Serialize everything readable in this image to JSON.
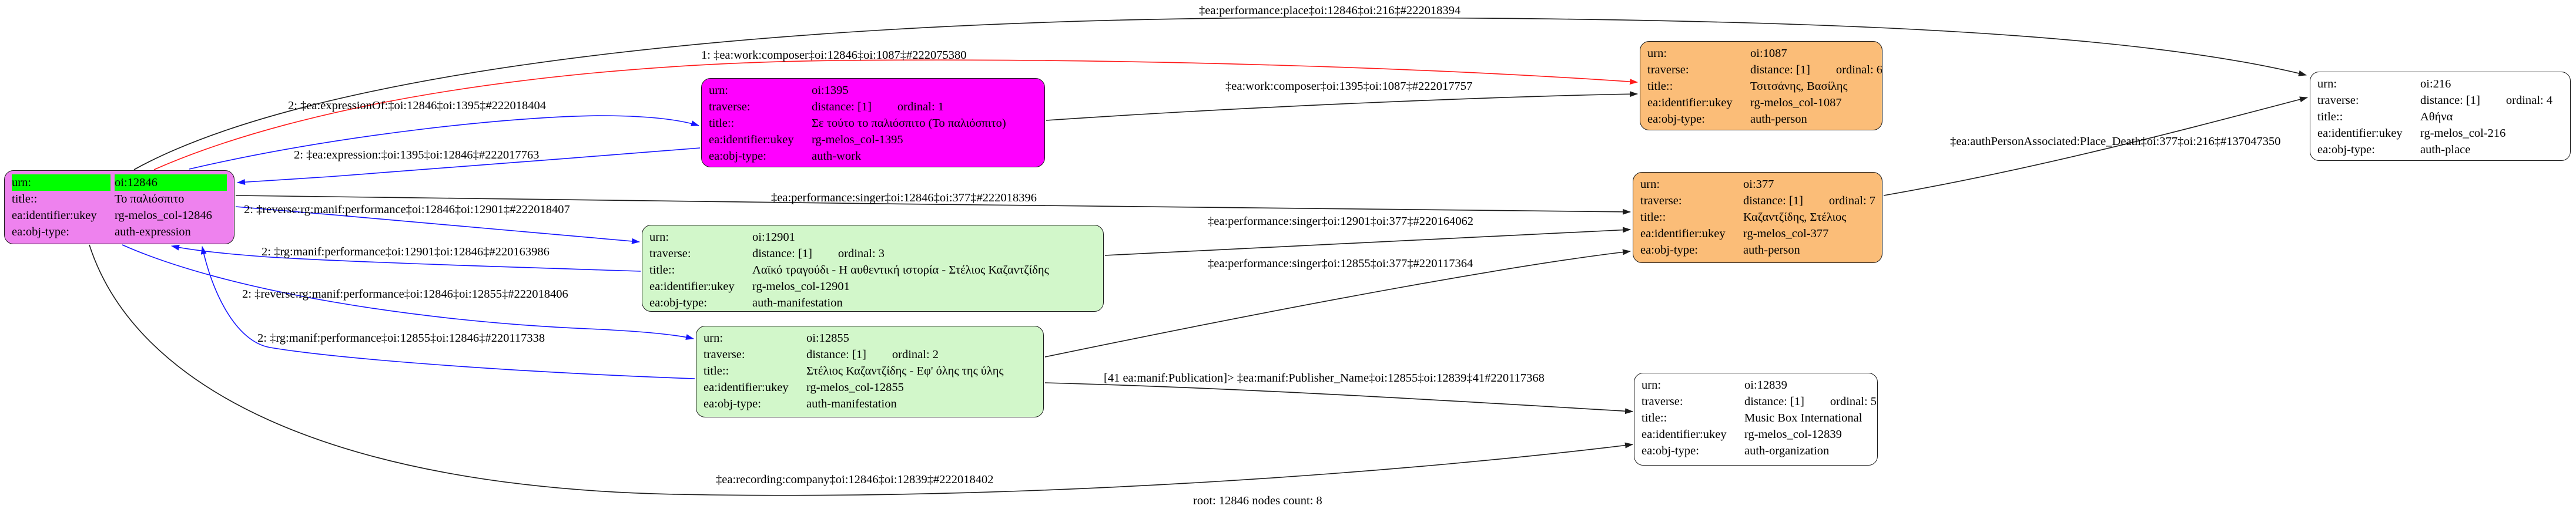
{
  "graph": {
    "caption": "root: 12846 nodes count: 8"
  },
  "colors": {
    "root_fill": "#EE82EE",
    "urn_highlight": "#00FF00",
    "work_fill": "#FF00FF",
    "manifestation_fill": "#D2F7CA",
    "person_fill": "#FBBD78",
    "plain_fill": "#FFFFFF",
    "edge_black": "#1C1C1C",
    "edge_red": "#FF1A1A",
    "edge_blue": "#1414FF"
  },
  "nodes": [
    {
      "id": "oi:12846",
      "rows": [
        {
          "key": "urn:",
          "value": "oi:12846",
          "highlight": true
        },
        {
          "key": "title::",
          "value": "Το παλιόσπιτο"
        },
        {
          "key": "ea:identifier:ukey",
          "value": "rg-melos_col-12846"
        },
        {
          "key": "ea:obj-type:",
          "value": "auth-expression"
        }
      ]
    },
    {
      "id": "oi:1395",
      "rows": [
        {
          "key": "urn:",
          "value": "oi:1395"
        },
        {
          "key": "traverse:",
          "value": "distance: [1]",
          "value2": "ordinal: 1"
        },
        {
          "key": "title::",
          "value": "Σε τούτο το παλιόσπιτο (Το παλιόσπιτο)"
        },
        {
          "key": "ea:identifier:ukey",
          "value": "rg-melos_col-1395"
        },
        {
          "key": "ea:obj-type:",
          "value": "auth-work"
        }
      ]
    },
    {
      "id": "oi:12901",
      "rows": [
        {
          "key": "urn:",
          "value": "oi:12901"
        },
        {
          "key": "traverse:",
          "value": "distance: [1]",
          "value2": "ordinal: 3"
        },
        {
          "key": "title::",
          "value": "Λαϊκό τραγούδι - Η αυθεντική ιστορία - Στέλιος Καζαντζίδης"
        },
        {
          "key": "ea:identifier:ukey",
          "value": "rg-melos_col-12901"
        },
        {
          "key": "ea:obj-type:",
          "value": "auth-manifestation"
        }
      ]
    },
    {
      "id": "oi:12855",
      "rows": [
        {
          "key": "urn:",
          "value": "oi:12855"
        },
        {
          "key": "traverse:",
          "value": "distance: [1]",
          "value2": "ordinal: 2"
        },
        {
          "key": "title::",
          "value": "Στέλιος Καζαντζίδης - Εφ' όλης της ύλης"
        },
        {
          "key": "ea:identifier:ukey",
          "value": "rg-melos_col-12855"
        },
        {
          "key": "ea:obj-type:",
          "value": "auth-manifestation"
        }
      ]
    },
    {
      "id": "oi:1087",
      "rows": [
        {
          "key": "urn:",
          "value": "oi:1087"
        },
        {
          "key": "traverse:",
          "value": "distance: [1]",
          "value2": "ordinal: 6"
        },
        {
          "key": "title::",
          "value": "Τσιτσάνης, Βασίλης"
        },
        {
          "key": "ea:identifier:ukey",
          "value": "rg-melos_col-1087"
        },
        {
          "key": "ea:obj-type:",
          "value": "auth-person"
        }
      ]
    },
    {
      "id": "oi:377",
      "rows": [
        {
          "key": "urn:",
          "value": "oi:377"
        },
        {
          "key": "traverse:",
          "value": "distance: [1]",
          "value2": "ordinal: 7"
        },
        {
          "key": "title::",
          "value": "Καζαντζίδης, Στέλιος"
        },
        {
          "key": "ea:identifier:ukey",
          "value": "rg-melos_col-377"
        },
        {
          "key": "ea:obj-type:",
          "value": "auth-person"
        }
      ]
    },
    {
      "id": "oi:12839",
      "rows": [
        {
          "key": "urn:",
          "value": "oi:12839"
        },
        {
          "key": "traverse:",
          "value": "distance: [1]",
          "value2": "ordinal: 5"
        },
        {
          "key": "title::",
          "value": "Music Box International"
        },
        {
          "key": "ea:identifier:ukey",
          "value": "rg-melos_col-12839"
        },
        {
          "key": "ea:obj-type:",
          "value": "auth-organization"
        }
      ]
    },
    {
      "id": "oi:216",
      "rows": [
        {
          "key": "urn:",
          "value": "oi:216"
        },
        {
          "key": "traverse:",
          "value": "distance: [1]",
          "value2": "ordinal: 4"
        },
        {
          "key": "title::",
          "value": "Αθήνα"
        },
        {
          "key": "ea:identifier:ukey",
          "value": "rg-melos_col-216"
        },
        {
          "key": "ea:obj-type:",
          "value": "auth-place"
        }
      ]
    }
  ],
  "edge_labels": [
    {
      "text": "‡ea:performance:place‡oi:12846‡oi:216‡#222018394"
    },
    {
      "text": "1: ‡ea:work:composer‡oi:12846‡oi:1087‡#222075380"
    },
    {
      "text": "‡ea:work:composer‡oi:1395‡oi:1087‡#222017757"
    },
    {
      "text": "2: ‡ea:expressionOf:‡oi:12846‡oi:1395‡#222018404"
    },
    {
      "text": "2: ‡ea:expression:‡oi:1395‡oi:12846‡#222017763"
    },
    {
      "text": "2: ‡reverse:rg:manif:performance‡oi:12846‡oi:12901‡#222018407"
    },
    {
      "text": "2: ‡rg:manif:performance‡oi:12901‡oi:12846‡#220163986"
    },
    {
      "text": "2: ‡reverse:rg:manif:performance‡oi:12846‡oi:12855‡#222018406"
    },
    {
      "text": "2: ‡rg:manif:performance‡oi:12855‡oi:12846‡#220117338"
    },
    {
      "text": "‡ea:performance:singer‡oi:12846‡oi:377‡#222018396"
    },
    {
      "text": "‡ea:performance:singer‡oi:12901‡oi:377‡#220164062"
    },
    {
      "text": "‡ea:performance:singer‡oi:12855‡oi:377‡#220117364"
    },
    {
      "text": "[41 ea:manif:Publication]> ‡ea:manif:Publisher_Name‡oi:12855‡oi:12839‡41#220117368"
    },
    {
      "text": "‡ea:authPersonAssociated:Place_Death‡oi:377‡oi:216‡#137047350"
    },
    {
      "text": "‡ea:recording:company‡oi:12846‡oi:12839‡#222018402"
    }
  ]
}
